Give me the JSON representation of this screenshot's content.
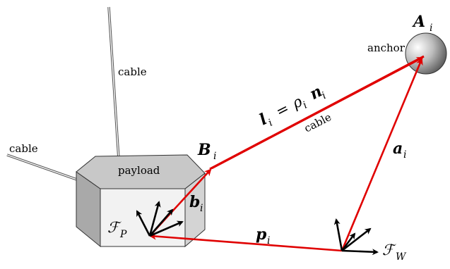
{
  "labels": {
    "cable_top": "cable",
    "cable_left": "cable",
    "cable_main": "cable",
    "payload": "payload",
    "anchor": "anchor"
  },
  "math": {
    "A": "A",
    "A_sub": "i",
    "B": "B",
    "B_sub": "i",
    "b": "b",
    "b_sub": "i",
    "a": "a",
    "a_sub": "i",
    "p": "p",
    "p_sub": "i",
    "l_eq": "l",
    "l_sub": "i",
    "eq_sign": "=",
    "rho": "ρ",
    "rho_sub": "i",
    "n": "n",
    "n_sub": "i",
    "FP": "ℱ",
    "FP_sub": "P",
    "FW": "ℱ",
    "FW_sub": "W"
  },
  "colors": {
    "vector": "#e00000",
    "cable_stroke": "#555555",
    "payload_top": "#c8c8c8",
    "payload_front": "#f2f2f2",
    "payload_side": "#a9a9a9"
  }
}
